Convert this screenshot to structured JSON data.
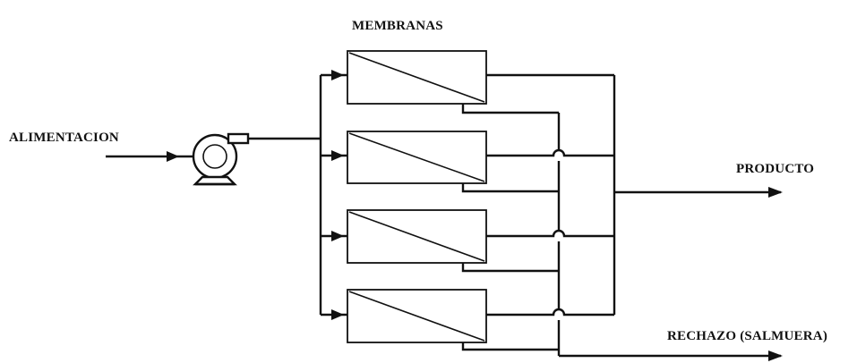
{
  "labels": {
    "membranes": "MEMBRANAS",
    "feed": "ALIMENTACION",
    "product": "PRODUCTO",
    "reject": "RECHAZO (SALMUERA)"
  },
  "membrane_count": 4,
  "icons": {
    "pump": "pump-icon",
    "arrow": "arrow-icon"
  },
  "colors": {
    "line": "#111111",
    "background": "#ffffff"
  }
}
